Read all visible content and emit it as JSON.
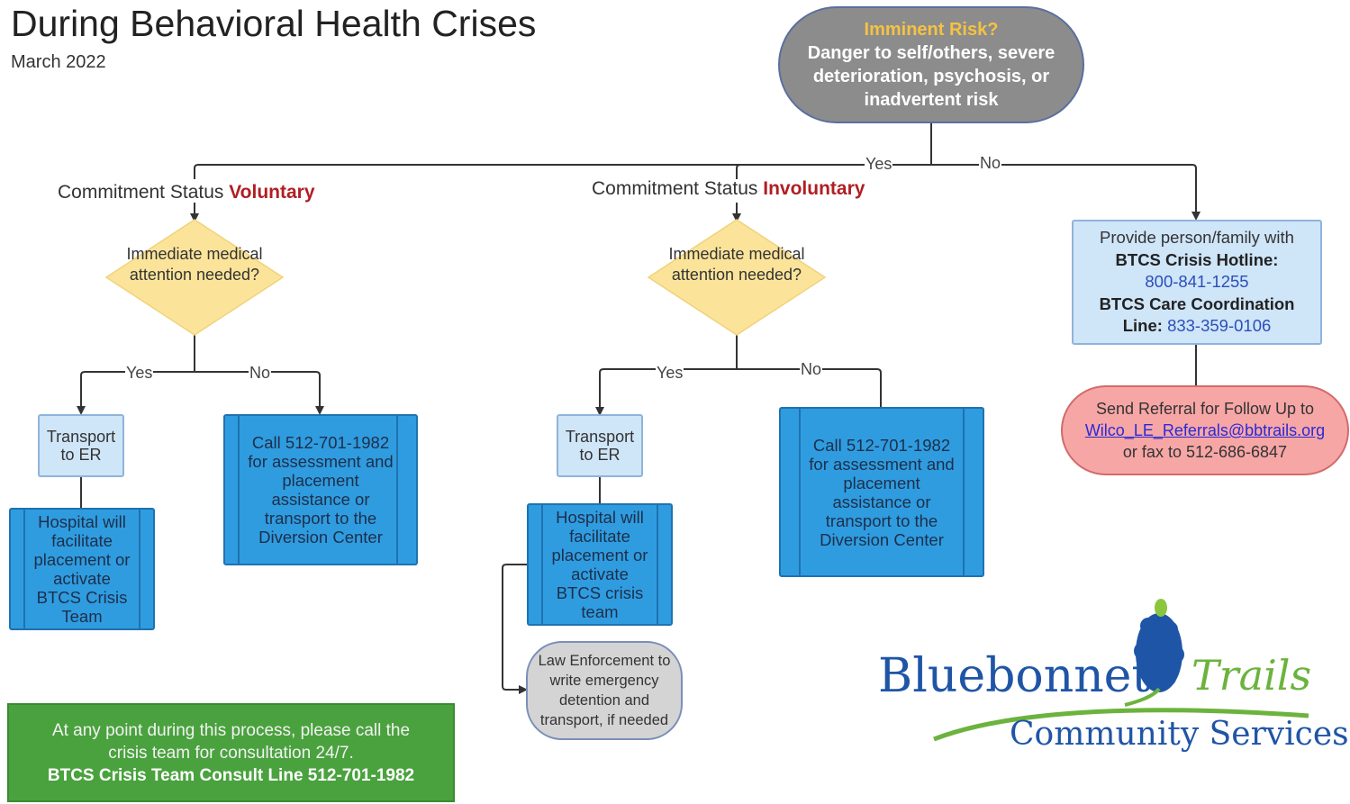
{
  "header": {
    "title": "During Behavioral Health Crises",
    "date": "March 2022"
  },
  "start": {
    "risk": "Imminent Risk?",
    "desc": "Danger to self/others, severe deterioration, psychosis, or inadvertent risk"
  },
  "edges": {
    "top_yes": "Yes",
    "top_no": "No",
    "vol_yes": "Yes",
    "vol_no": "No",
    "inv_yes": "Yes",
    "inv_no": "No"
  },
  "voluntary": {
    "label_prefix": "Commitment Status",
    "status": "Voluntary",
    "decision": "Immediate medical attention needed?",
    "transport": "Transport to ER",
    "hospital": "Hospital will facilitate placement or activate BTCS Crisis Team",
    "call": "Call 512-701-1982 for assessment and placement assistance or transport to the Diversion Center"
  },
  "involuntary": {
    "label_prefix": "Commitment Status",
    "status": "Involuntary",
    "decision": "Immediate medical attention needed?",
    "transport": "Transport to ER",
    "hospital": "Hospital will facilitate placement or activate BTCS crisis team",
    "call": "Call 512-701-1982 for assessment and placement assistance or transport to the Diversion Center",
    "law": "Law Enforcement to write emergency detention and transport, if needed"
  },
  "hotline": {
    "intro": "Provide person/family with",
    "hotline_label": "BTCS Crisis Hotline:",
    "hotline_number": "800-841-1255",
    "care_label": "BTCS Care Coordination Line:",
    "care_number": "833-359-0106"
  },
  "referral": {
    "line1": "Send Referral for Follow Up to",
    "email": "Wilco_LE_Referrals@bbtrails.org",
    "line3": "or fax to 512-686-6847"
  },
  "consult": {
    "text": "At any point during this process, please call the crisis team for consultation 24/7.",
    "line": "BTCS Crisis Team Consult Line 512-701-1982"
  },
  "logo": {
    "word1": "Bluebonnet",
    "word2": "Trails",
    "word3": "Community Services"
  },
  "colors": {
    "accent_red": "#b01e23",
    "box_blue": "#2f9ce0",
    "light_blue": "#cfe5f8",
    "decision_yellow": "#fbe49a",
    "consult_green": "#4aa23e",
    "referral_pink": "#f7a6a6"
  }
}
